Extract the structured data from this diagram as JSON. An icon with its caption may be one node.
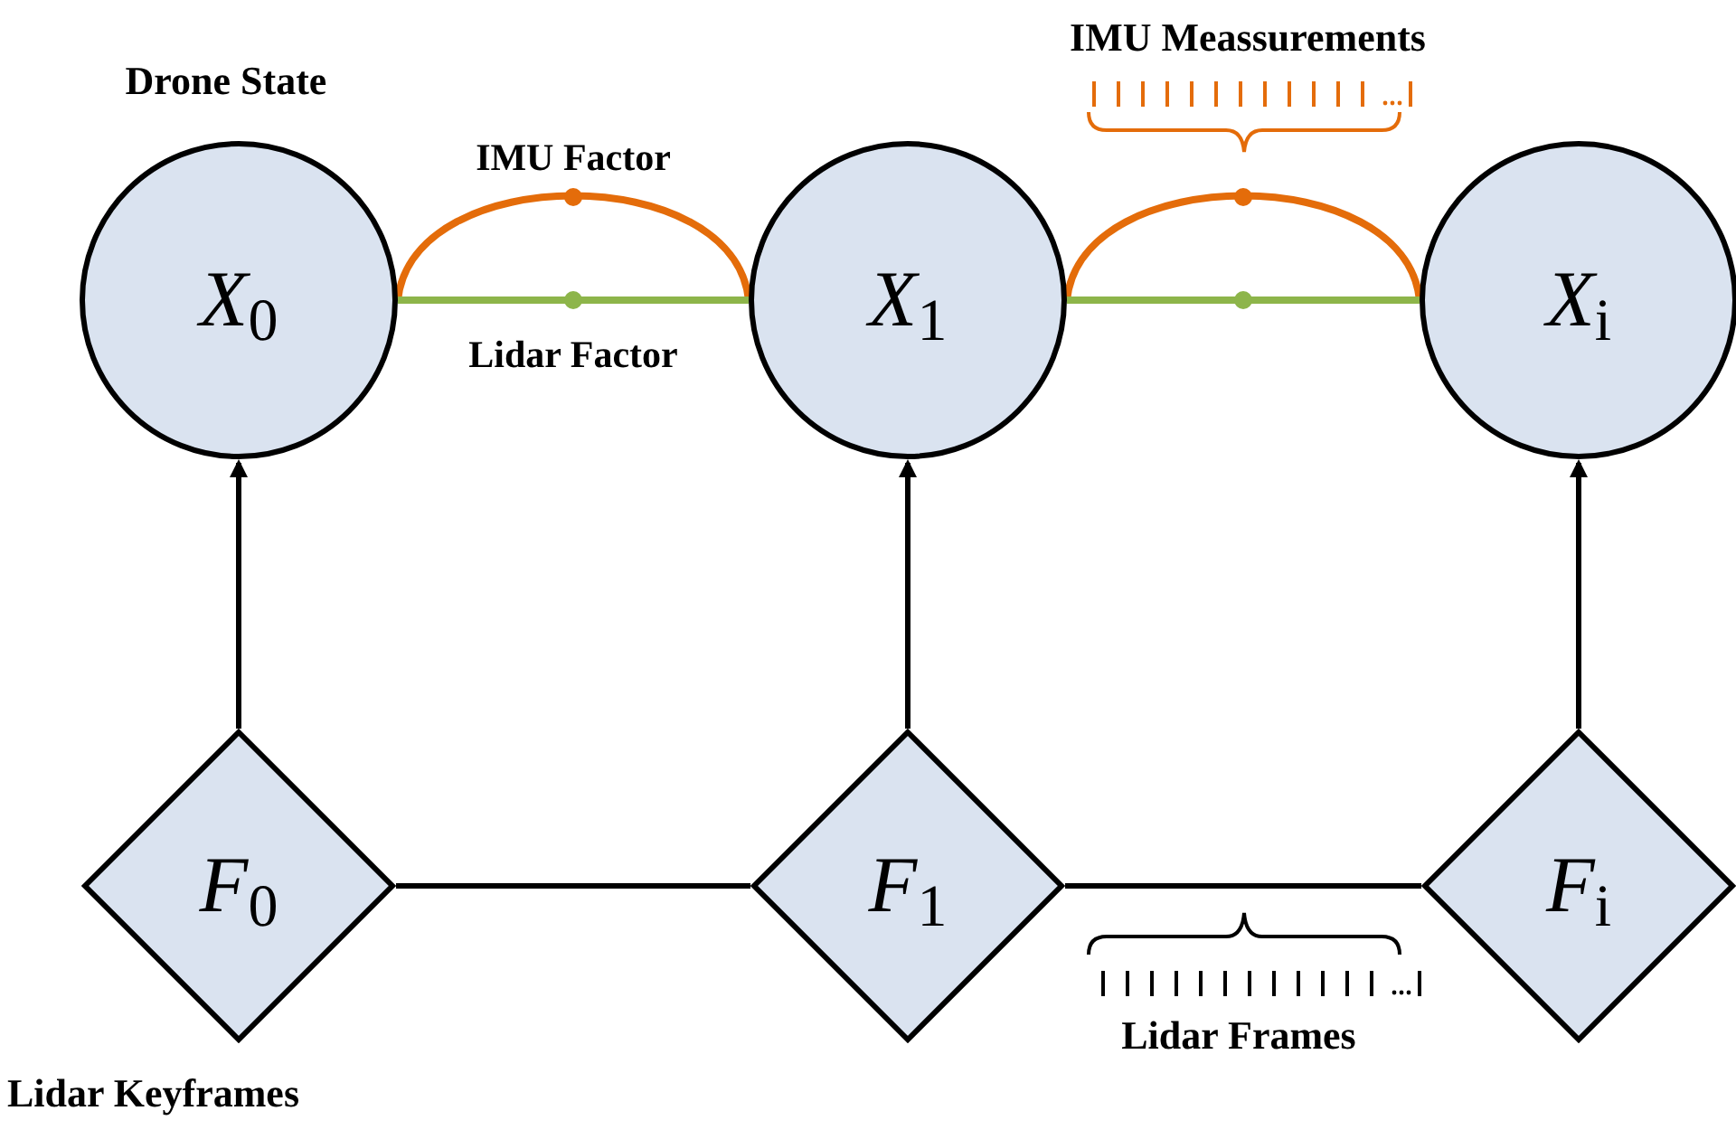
{
  "diagram": {
    "nodes": [
      {
        "text": [
          "*X*$_{0}$"
        ]
      },
      {
        "text": [
          "*X*$_{1}$"
        ]
      },
      {
        "text": [
          "*X*$_{i}$"
        ]
      },
      {
        "text": [
          "*F*$_{0}$"
        ]
      },
      {
        "text": [
          "*F*$_{1}$"
        ]
      },
      {
        "text": [
          "*F*$_{i}$"
        ]
      }
    ],
    "edges": [
      {
        "from": 0,
        "to": 1,
        "arrow": "none",
        "label": "IMU Factor",
        "color": "#e46c0a"
      },
      {
        "from": 0,
        "to": 1,
        "arrow": "none",
        "label": "Lidar Factor",
        "color": "#8db54a"
      },
      {
        "from": 1,
        "to": 2,
        "arrow": "none",
        "color": "#e46c0a"
      },
      {
        "from": 1,
        "to": 2,
        "arrow": "none",
        "color": "#8db54a"
      },
      {
        "from": 3,
        "to": 0,
        "arrow": "to"
      },
      {
        "from": 4,
        "to": 1,
        "arrow": "to"
      },
      {
        "from": 5,
        "to": 2,
        "arrow": "to"
      },
      {
        "from": 3,
        "to": 4,
        "arrow": "none"
      },
      {
        "from": 4,
        "to": 5,
        "arrow": "none"
      }
    ],
    "labels": [
      "Drone State",
      "IMU Meassurements",
      "Lidar Frames",
      "Lidar Keyframes"
    ]
  }
}
